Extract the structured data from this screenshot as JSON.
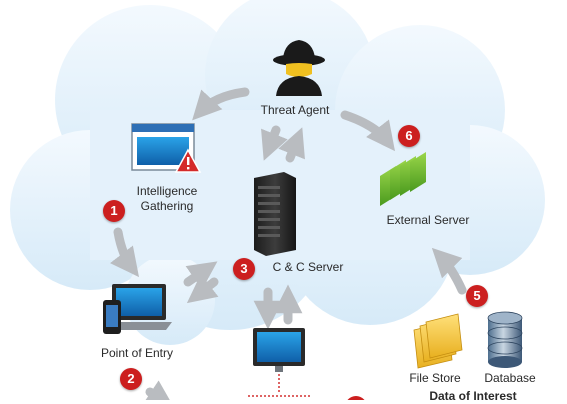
{
  "nodes": {
    "threat_agent": "Threat Agent",
    "intelligence_gathering": "Intelligence\nGathering",
    "cc_server": "C & C Server",
    "external_server": "External Server",
    "point_of_entry": "Point of Entry",
    "file_store": "File Store",
    "database": "Database",
    "data_of_interest": "Data of Interest"
  },
  "steps": {
    "s1": "1",
    "s2": "2",
    "s3": "3",
    "s5": "5",
    "s6": "6"
  },
  "colors": {
    "badge": "#cc1f1f",
    "cloud": "#dceefa",
    "arrow": "#b9bcc0",
    "link_red": "#d43030"
  }
}
